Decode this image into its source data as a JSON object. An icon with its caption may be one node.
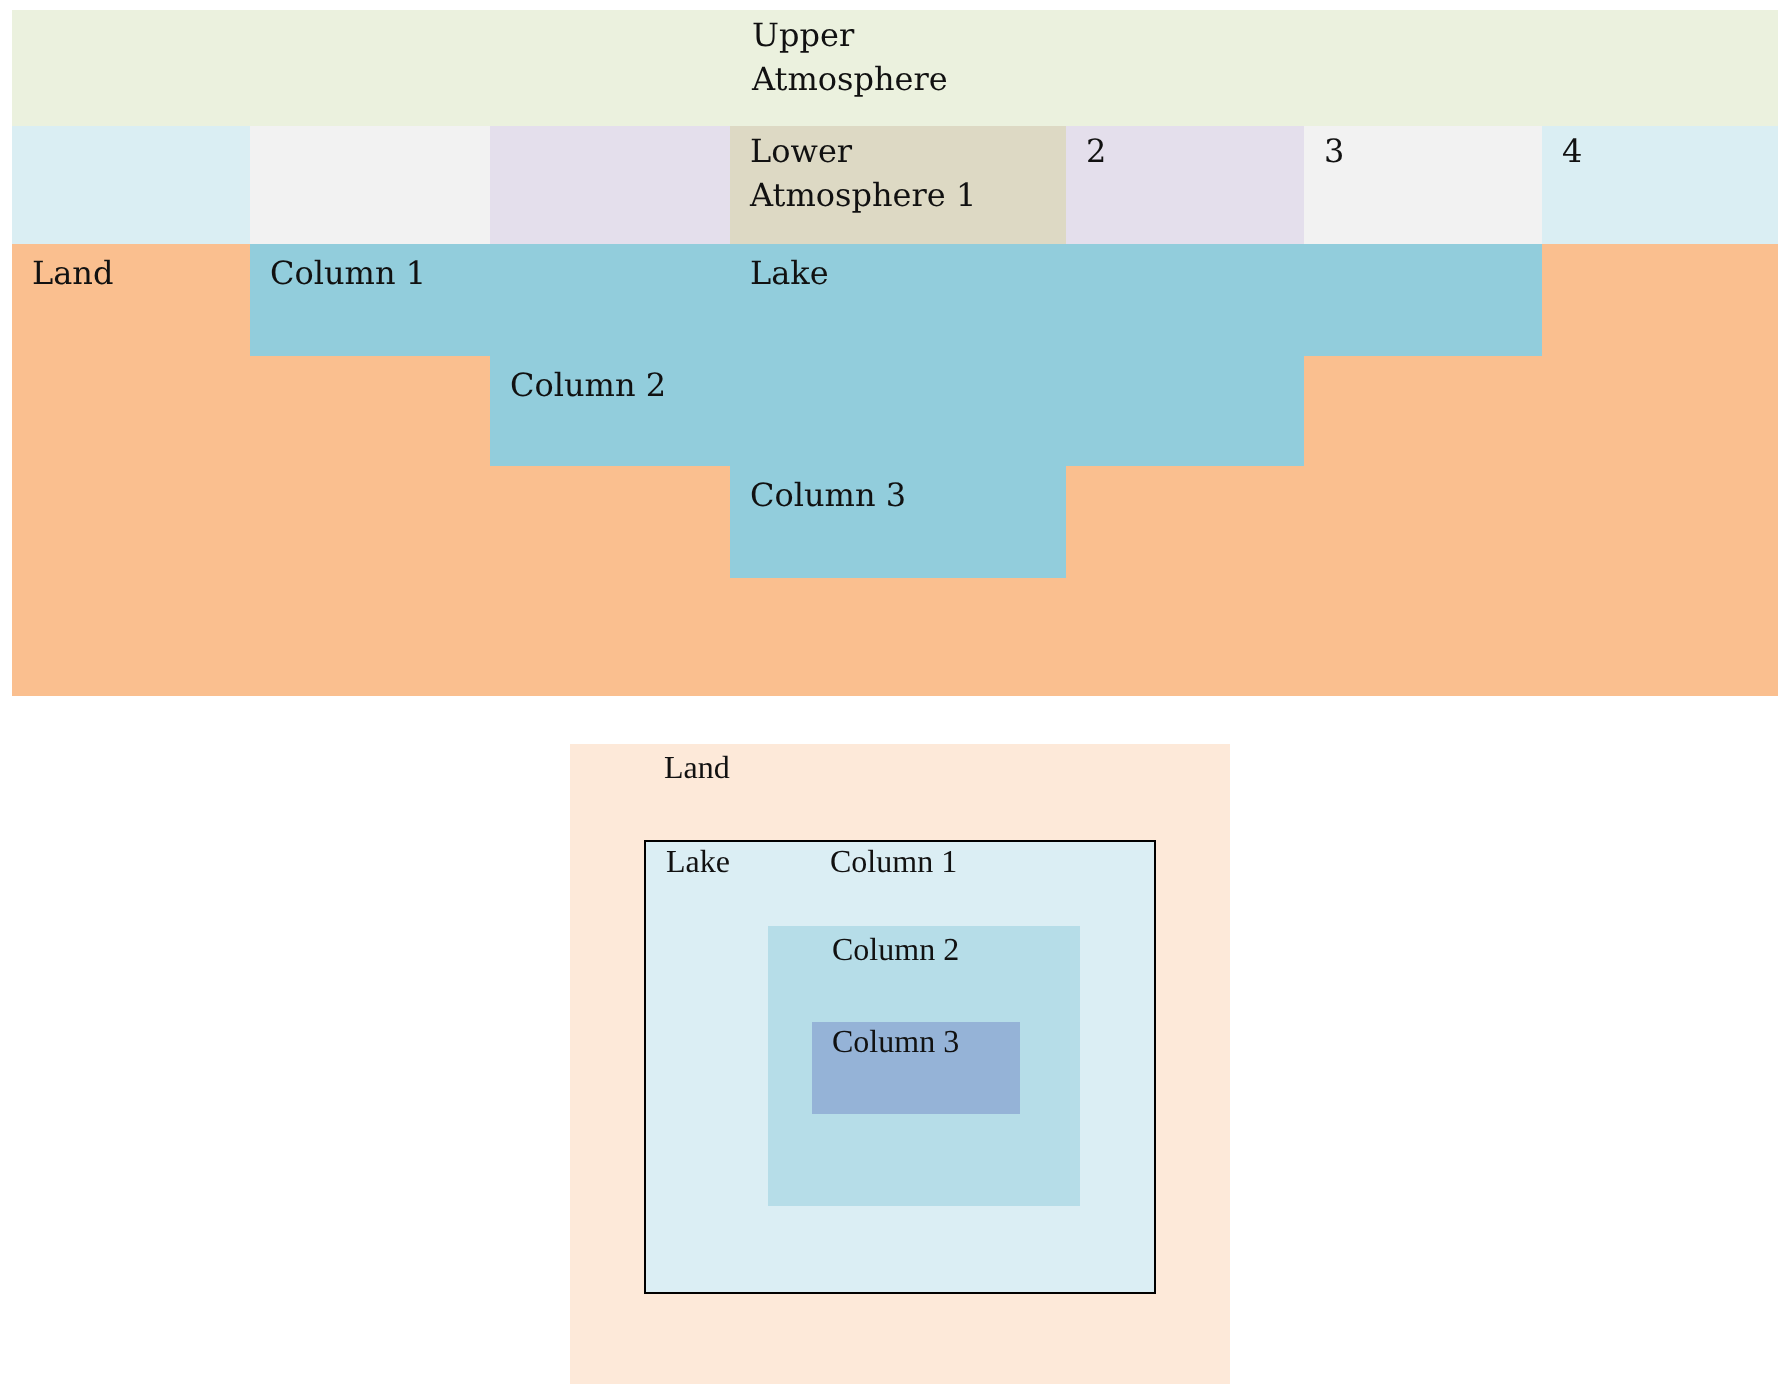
{
  "diagram": {
    "nodes": [
      {
        "text": [
          "Upper Atmosphere"
        ]
      },
      {
        "text": [],
        "shape": "box"
      },
      {
        "text": [],
        "shape": "box"
      },
      {
        "text": [],
        "shape": "box"
      },
      {
        "text": [
          "Lower Atmosphere 1"
        ]
      },
      {
        "text": [
          "2"
        ]
      },
      {
        "text": [
          "3"
        ]
      },
      {
        "text": [
          "4"
        ]
      },
      {
        "text": [
          "Land"
        ]
      },
      {
        "text": [
          "Lake"
        ],
        "in": 8
      },
      {
        "text": [
          "Column 1"
        ],
        "in": 9
      },
      {
        "text": [
          "Column 2"
        ],
        "in": 9
      },
      {
        "text": [
          "Column 3"
        ],
        "in": 9
      },
      {
        "text": [
          "Land"
        ]
      },
      {
        "text": [
          "Lake",
          "Column 1"
        ],
        "in": 13
      },
      {
        "text": [
          "Column 2"
        ],
        "in": 14
      },
      {
        "text": [
          "Column 3"
        ],
        "in": 15
      }
    ],
    "edges": []
  }
}
